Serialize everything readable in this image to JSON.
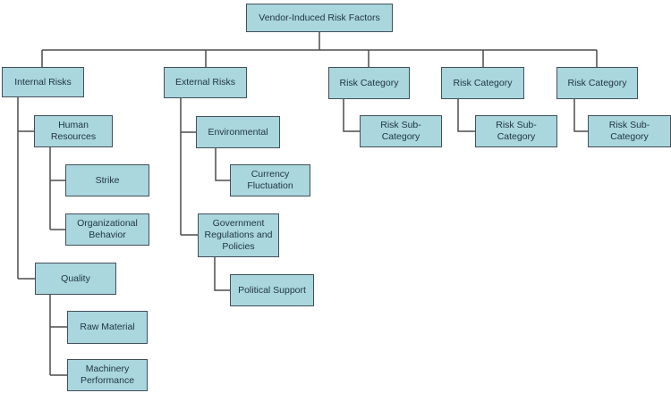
{
  "diagram": {
    "type": "hierarchy-tree",
    "title": "Vendor-Induced Risk Factors"
  },
  "nodes": {
    "root": {
      "label": "Vendor-Induced Risk Factors"
    },
    "internal_risks": {
      "label": "Internal Risks"
    },
    "human_resources": {
      "label": "Human\nResources"
    },
    "strike": {
      "label": "Strike"
    },
    "organizational_behavior": {
      "label": "Organizational\nBehavior"
    },
    "quality": {
      "label": "Quality"
    },
    "raw_material": {
      "label": "Raw Material"
    },
    "machinery_performance": {
      "label": "Machinery\nPerformance"
    },
    "external_risks": {
      "label": "External Risks"
    },
    "environmental": {
      "label": "Environmental"
    },
    "currency_fluctuation": {
      "label": "Currency\nFluctuation"
    },
    "government_regulations_and_policies": {
      "label": "Government\nRegulations and\nPolicies"
    },
    "political_support": {
      "label": "Political Support"
    },
    "risk_category_1": {
      "label": "Risk Category"
    },
    "risk_sub_category_1": {
      "label": "Risk Sub-\nCategory"
    },
    "risk_category_2": {
      "label": "Risk Category"
    },
    "risk_sub_category_2": {
      "label": "Risk Sub-\nCategory"
    },
    "risk_category_3": {
      "label": "Risk Category"
    },
    "risk_sub_category_3": {
      "label": "Risk Sub-\nCategory"
    }
  },
  "tree": {
    "root": [
      "internal_risks",
      "external_risks",
      "risk_category_1",
      "risk_category_2",
      "risk_category_3"
    ],
    "internal_risks": [
      "human_resources",
      "quality"
    ],
    "human_resources": [
      "strike",
      "organizational_behavior"
    ],
    "quality": [
      "raw_material",
      "machinery_performance"
    ],
    "external_risks": [
      "environmental",
      "government_regulations_and_policies"
    ],
    "environmental": [
      "currency_fluctuation"
    ],
    "government_regulations_and_policies": [
      "political_support"
    ],
    "risk_category_1": [
      "risk_sub_category_1"
    ],
    "risk_category_2": [
      "risk_sub_category_2"
    ],
    "risk_category_3": [
      "risk_sub_category_3"
    ]
  },
  "colors": {
    "node_fill": "#aad6dd",
    "node_border": "#42505a",
    "connector": "#4d4d4d",
    "text": "#1e3540",
    "background": "#ffffff"
  }
}
